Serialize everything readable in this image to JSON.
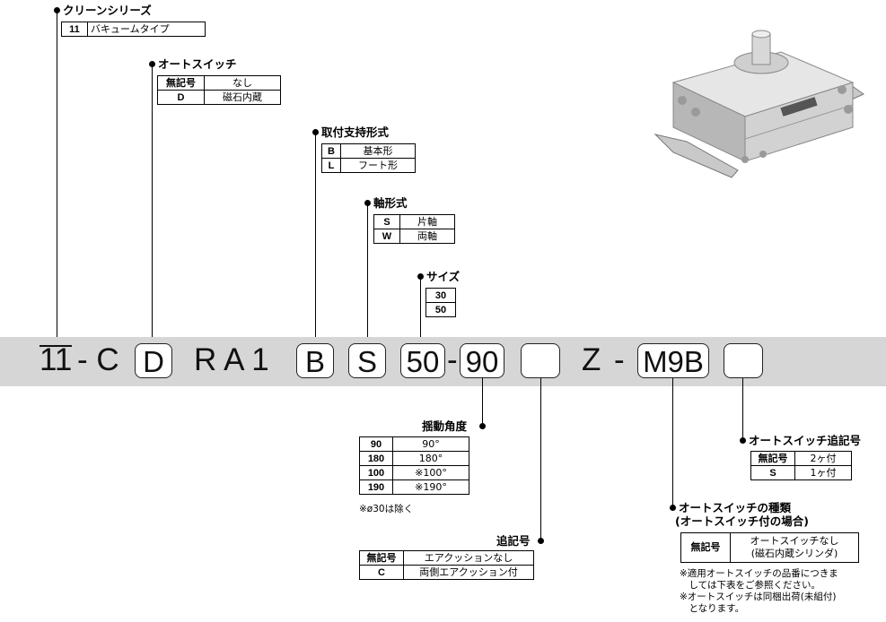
{
  "sections": {
    "series": {
      "title": "クリーンシリーズ",
      "rows": [
        [
          "11",
          "バキュームタイプ"
        ]
      ]
    },
    "switch": {
      "title": "オートスイッチ",
      "rows": [
        [
          "無記号",
          "なし"
        ],
        [
          "D",
          "磁石内蔵"
        ]
      ]
    },
    "mount": {
      "title": "取付支持形式",
      "rows": [
        [
          "B",
          "基本形"
        ],
        [
          "L",
          "フート形"
        ]
      ]
    },
    "shaft": {
      "title": "軸形式",
      "rows": [
        [
          "S",
          "片軸"
        ],
        [
          "W",
          "両軸"
        ]
      ]
    },
    "size": {
      "title": "サイズ",
      "rows": [
        [
          "30"
        ],
        [
          "50"
        ]
      ]
    },
    "angle": {
      "title": "揺動角度",
      "rows": [
        [
          "90",
          "90°"
        ],
        [
          "180",
          "180°"
        ],
        [
          "100",
          "※100°"
        ],
        [
          "190",
          "※190°"
        ]
      ],
      "note": "※ø30は除く"
    },
    "suffix": {
      "title": "追記号",
      "rows": [
        [
          "無記号",
          "エアクッションなし"
        ],
        [
          "C",
          "両側エアクッション付"
        ]
      ]
    },
    "sw_suffix": {
      "title": "オートスイッチ追記号",
      "rows": [
        [
          "無記号",
          "2ヶ付"
        ],
        [
          "S",
          "1ヶ付"
        ]
      ]
    },
    "sw_type": {
      "title1": "オートスイッチの種類",
      "title2": "(オートスイッチ付の場合)",
      "code": "無記号",
      "desc1": "オートスイッチなし",
      "desc2": "(磁石内蔵シリンダ)",
      "notes": [
        "※適用オートスイッチの品番につきま",
        "　しては下表をご参照ください。",
        "※オートスイッチは同梱出荷(未組付)",
        "　となります。"
      ]
    }
  },
  "model": {
    "p1": "11",
    "p2": "- C",
    "box_d": "D",
    "p3": "R A 1",
    "box_b": "B",
    "box_s": "S",
    "box_50": "50",
    "dash1": "-",
    "box_90": "90",
    "box_empty1": "",
    "p4": "Z",
    "dash2": "-",
    "box_m9b": "M9B",
    "box_empty2": ""
  },
  "image": {
    "icon": "rotary-actuator-product-image"
  }
}
